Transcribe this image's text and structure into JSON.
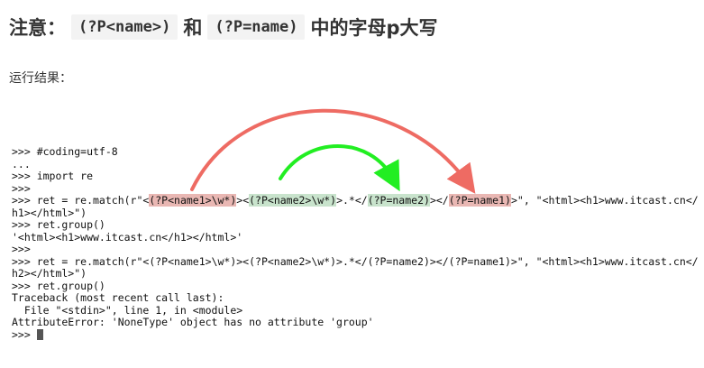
{
  "heading": {
    "prefix": "注意：",
    "code1": "(?P<name>)",
    "middle": "和",
    "code2": "(?P=name)",
    "suffix": "中的字母p大写"
  },
  "run_label": "运行结果：",
  "terminal": {
    "l1": ">>> #coding=utf-8",
    "l2": "...",
    "l3": ">>> import re",
    "l4": ">>>",
    "l5_a": ">>> ret = re.match(r\"<",
    "l5_b": "(?P<name1>\\w*)",
    "l5_c": "><",
    "l5_d": "(?P<name2>\\w*)",
    "l5_e": ">.*</",
    "l5_f": "(?P=name2)",
    "l5_g": "></",
    "l5_h": "(?P=name1)",
    "l5_i": ">\", \"<html><h1>www.itcast.cn</",
    "l6": "h1></html>\")",
    "l7": ">>> ret.group()",
    "l8": "'<html><h1>www.itcast.cn</h1></html>'",
    "l9": ">>>",
    "l10": ">>> ret = re.match(r\"<(?P<name1>\\w*)><(?P<name2>\\w*)>.*</(?P=name2)></(?P=name1)>\", \"<html><h1>www.itcast.cn</",
    "l11": "h2></html>\")",
    "l12": ">>> ret.group()",
    "l13": "Traceback (most recent call last):",
    "l14": "  File \"<stdin>\", line 1, in <module>",
    "l15": "AttributeError: 'NoneType' object has no attribute 'group'",
    "l16": ">>> "
  },
  "colors": {
    "red_arrow": "#ee6b63",
    "green_arrow": "#22ee22",
    "red_highlight": "#e9b7b3",
    "green_highlight": "#c8e3cc"
  }
}
